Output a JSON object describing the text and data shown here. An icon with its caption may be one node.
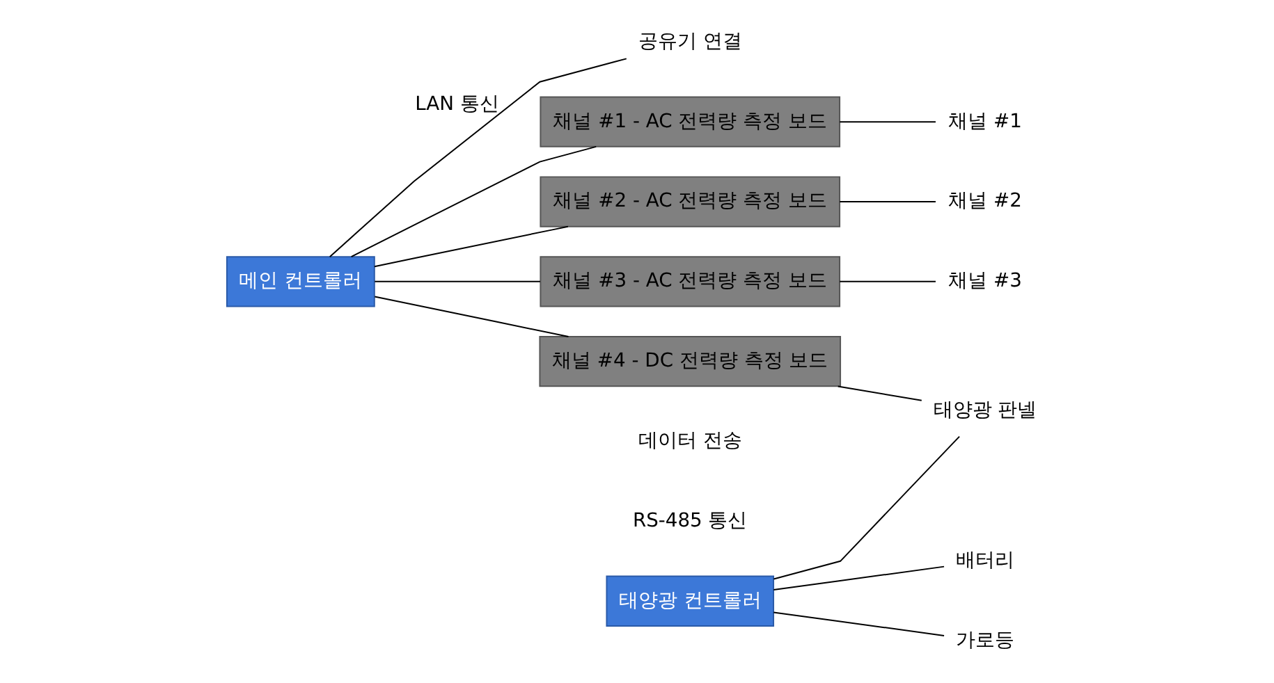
{
  "diagram": {
    "nodes": [
      {
        "text": [
          "메인 컨트롤러"
        ]
      },
      {
        "text": [
          "공유기 연결"
        ]
      },
      {
        "text": [
          "채널 #1 - AC 전력량 측정 보드"
        ]
      },
      {
        "text": [
          "채널 #2 - AC 전력량 측정 보드"
        ]
      },
      {
        "text": [
          "채널 #3 - AC 전력량 측정 보드"
        ]
      },
      {
        "text": [
          "채널 #4 - DC 전력량 측정 보드"
        ]
      },
      {
        "text": [
          "채널 #1"
        ]
      },
      {
        "text": [
          "채널 #2"
        ]
      },
      {
        "text": [
          "채널 #3"
        ]
      },
      {
        "text": [
          "태양광 컨트롤러"
        ]
      },
      {
        "text": [
          "배터리"
        ]
      },
      {
        "text": [
          "가로등"
        ]
      },
      {
        "text": [
          "태양광 판넬"
        ]
      }
    ],
    "edges": [
      {
        "from": 0,
        "to": 1,
        "arrow": "none",
        "label": "LAN 통신"
      },
      {
        "from": 0,
        "to": 2,
        "arrow": "none"
      },
      {
        "from": 0,
        "to": 3,
        "arrow": "none"
      },
      {
        "from": 0,
        "to": 4,
        "arrow": "none"
      },
      {
        "from": 0,
        "to": 5,
        "arrow": "none"
      },
      {
        "from": 2,
        "to": 6,
        "arrow": "none"
      },
      {
        "from": 3,
        "to": 7,
        "arrow": "none"
      },
      {
        "from": 4,
        "to": 8,
        "arrow": "none"
      },
      {
        "from": 9,
        "to": 10,
        "arrow": "none"
      },
      {
        "from": 9,
        "to": 11,
        "arrow": "none"
      },
      {
        "from": 9,
        "to": 12,
        "arrow": "none"
      },
      {
        "from": 5,
        "to": 12,
        "arrow": "none"
      }
    ],
    "labels": [
      "데이터 전송",
      "RS-485 통신"
    ]
  }
}
